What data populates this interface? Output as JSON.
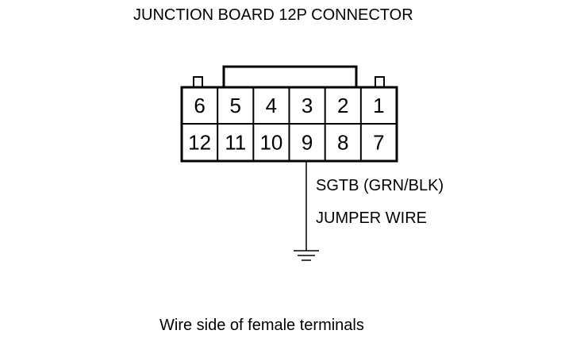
{
  "title": "JUNCTION BOARD 12P CONNECTOR",
  "connector": {
    "top_row": [
      "6",
      "5",
      "4",
      "3",
      "2",
      "1"
    ],
    "bottom_row": [
      "12",
      "11",
      "10",
      "9",
      "8",
      "7"
    ]
  },
  "signal_label": "SGTB (GRN/BLK)",
  "jumper_label": "JUMPER WIRE",
  "caption": "Wire side of female terminals"
}
